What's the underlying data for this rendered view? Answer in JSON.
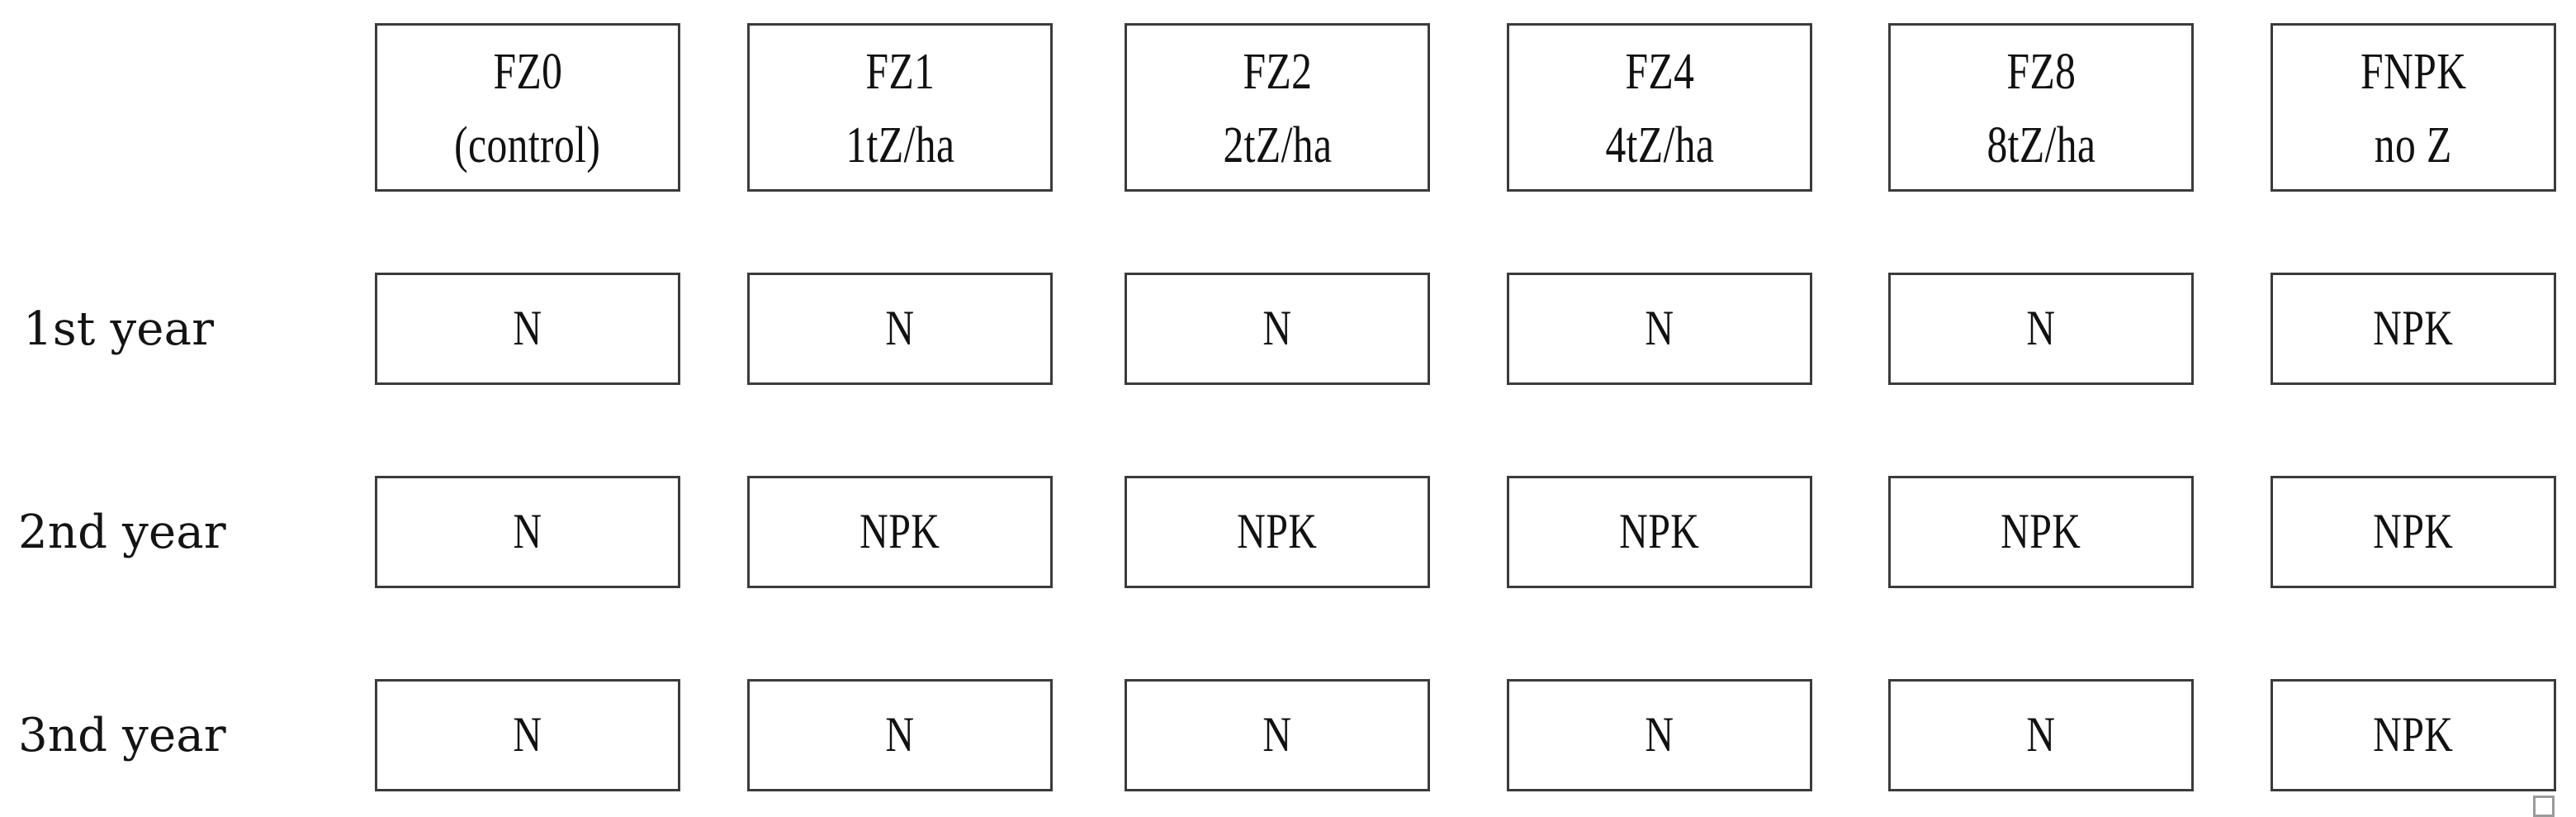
{
  "figure": {
    "kind": "experiment-design-diagram",
    "colors": {
      "box_border": "#3b3b3b",
      "box_fill": "#ffffff",
      "text": "#111111",
      "page_background": "#ffffff",
      "handle_border": "#9a9a9a"
    },
    "columns": [
      {
        "id": "FZ0",
        "line1": "FZ0",
        "line2": "(control)"
      },
      {
        "id": "FZ1",
        "line1": "FZ1",
        "line2": "1tZ/ha"
      },
      {
        "id": "FZ2",
        "line1": "FZ2",
        "line2": "2tZ/ha"
      },
      {
        "id": "FZ4",
        "line1": "FZ4",
        "line2": "4tZ/ha"
      },
      {
        "id": "FZ8",
        "line1": "FZ8",
        "line2": "8tZ/ha"
      },
      {
        "id": "FNPK",
        "line1": "FNPK",
        "line2": "no Z"
      }
    ],
    "rows": [
      {
        "id": "year-1",
        "label": "1st year",
        "cells": [
          "N",
          "N",
          "N",
          "N",
          "N",
          "NPK"
        ]
      },
      {
        "id": "year-2",
        "label": "2nd year",
        "cells": [
          "N",
          "NPK",
          "NPK",
          "NPK",
          "NPK",
          "NPK"
        ]
      },
      {
        "id": "year-3",
        "label": "3nd year",
        "cells": [
          "N",
          "N",
          "N",
          "N",
          "N",
          "NPK"
        ]
      }
    ]
  }
}
